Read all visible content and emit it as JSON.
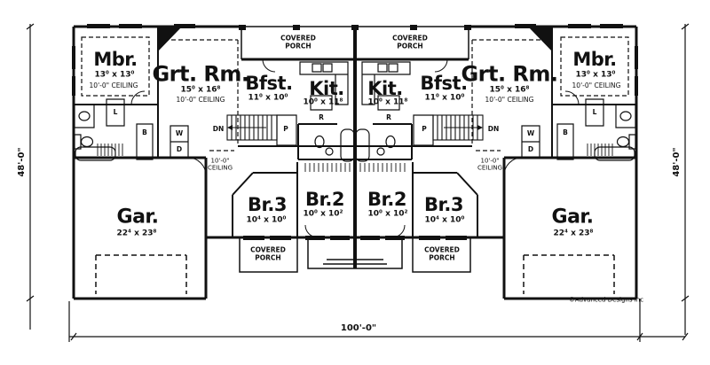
{
  "dimensions": {
    "left": "48'-0\"",
    "right": "48'-0\"",
    "bottom": "100'-0\""
  },
  "rooms": {
    "mbr": {
      "name": "Mbr.",
      "size": "13⁰ x 13⁰",
      "ceiling": "10'-0\" CEILING"
    },
    "grt_rm": {
      "name": "Grt. Rm.",
      "size": "15⁰ x 16⁸",
      "ceiling": "10'-0\" CEILING"
    },
    "bfst": {
      "name": "Bfst.",
      "size": "11⁰ x 10⁰"
    },
    "kit": {
      "name": "Kit.",
      "size": "10⁰ x 11⁸"
    },
    "gar": {
      "name": "Gar.",
      "size": "22⁴ x 23⁸"
    },
    "br2": {
      "name": "Br.2",
      "size": "10⁰ x 10²"
    },
    "br3": {
      "name": "Br.3",
      "size": "10⁴ x 10⁰"
    }
  },
  "labels": {
    "covered_porch": "COVERED PORCH",
    "hall_ceiling": "10'-0\" CEILING",
    "down": "DN",
    "linen": "L",
    "bench": "B",
    "washer": "W",
    "dryer": "D",
    "refrigerator": "R",
    "pantry": "P"
  },
  "credit": "©Advanced Designs Inc",
  "colors": {
    "ink": "#111111",
    "paper": "#ffffff"
  }
}
